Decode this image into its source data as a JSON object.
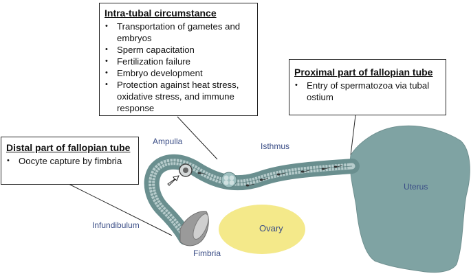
{
  "colors": {
    "tube_fill": "#6f9999",
    "tube_inner": "#b7cccc",
    "uterus_fill": "#7fa3a3",
    "ovary_fill": "#f4e98a",
    "label_text": "#3a4d86"
  },
  "boxes": {
    "intra_tubal": {
      "title": "Intra-tubal circumstance",
      "items": [
        "Transportation of gametes and embryos",
        "Sperm capacitation",
        "Fertilization failure",
        "Embryo development",
        "Protection against heat stress, oxidative stress, and immune response"
      ]
    },
    "proximal": {
      "title": "Proximal part of fallopian tube",
      "items": [
        "Entry of spermatozoa via tubal ostium"
      ]
    },
    "distal": {
      "title": "Distal part of fallopian tube",
      "items": [
        "Oocyte capture by fimbria"
      ]
    }
  },
  "labels": {
    "ampulla": "Ampulla",
    "isthmus": "Isthmus",
    "infundibulum": "Infundibulum",
    "fimbria": "Fimbria",
    "ovary": "Ovary",
    "uterus": "Uterus"
  }
}
